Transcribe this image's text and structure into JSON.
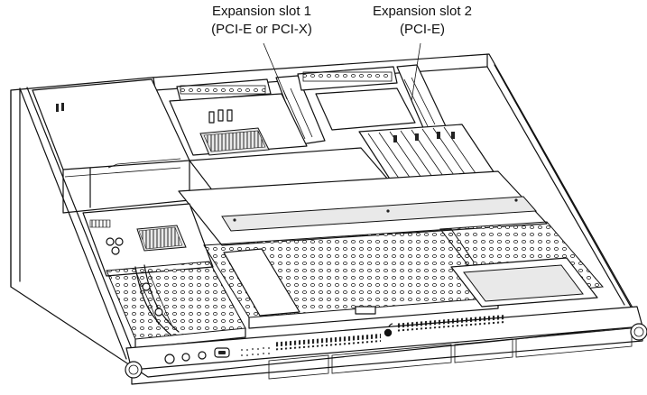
{
  "callouts": [
    {
      "line1": "Expansion slot 1",
      "line2": "(PCI-E or PCI-X)"
    },
    {
      "line1": "Expansion slot 2",
      "line2": "(PCI-E)"
    }
  ],
  "colors": {
    "ink": "#111111",
    "background": "#ffffff"
  },
  "icons": {
    "front_logo": "apple-logo-icon",
    "ports": [
      "power-button-icon",
      "indicator-light-icon",
      "usb-port-icon",
      "firewire-port-icon"
    ]
  }
}
